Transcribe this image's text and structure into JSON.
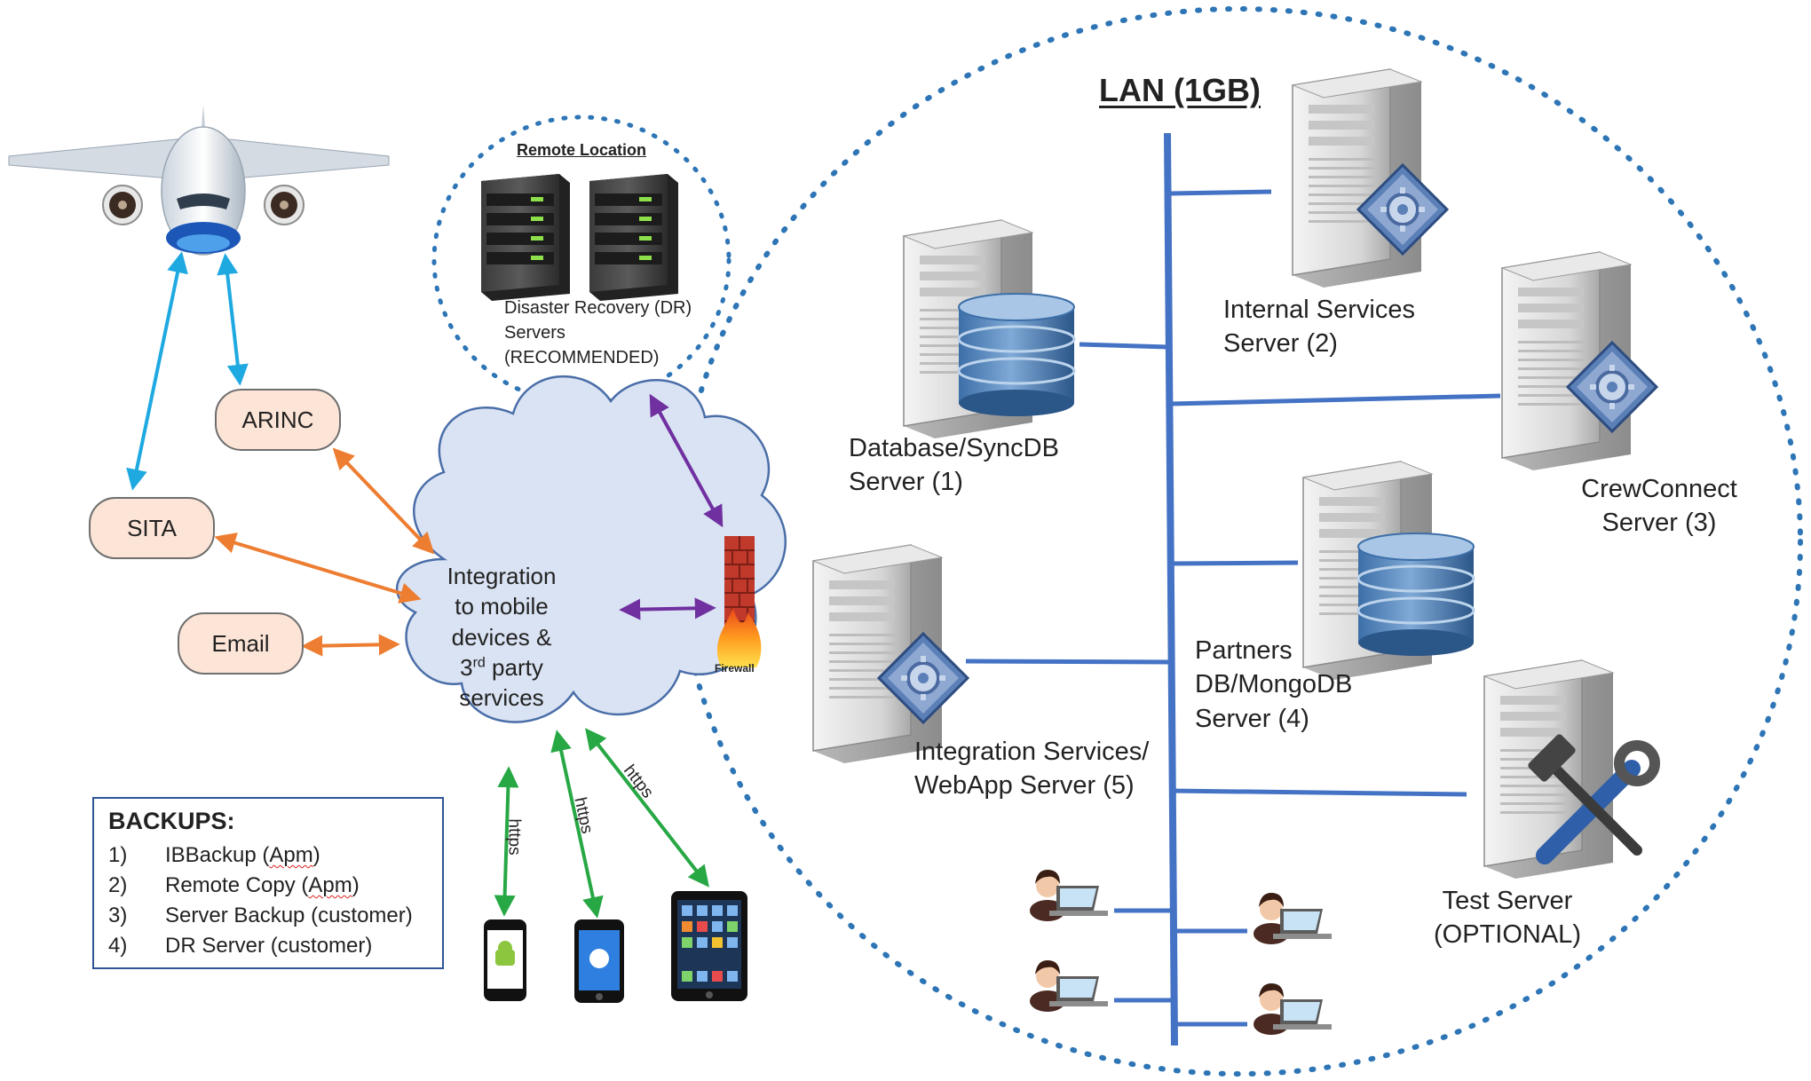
{
  "lan_title": "LAN (1GB)",
  "remote": {
    "title": "Remote Location",
    "dr_line1": "Disaster Recovery (DR)",
    "dr_line2": "Servers",
    "dr_line3": "(RECOMMENDED)"
  },
  "nodes": {
    "arinc": "ARINC",
    "sita": "SITA",
    "email": "Email"
  },
  "cloud": {
    "line1": "Integration",
    "line2": "to mobile",
    "line3": "devices &",
    "line4_num": "3",
    "line4_sup": "rd",
    "line4_rest": " party",
    "line5": "services"
  },
  "firewall_label": "Firewall",
  "servers": {
    "database": {
      "line1": "Database/SyncDB",
      "line2": "Server (1)"
    },
    "internal": {
      "line1": "Internal Services",
      "line2": "Server (2)"
    },
    "crewconnect": {
      "line1": "CrewConnect",
      "line2": "Server (3)"
    },
    "partners": {
      "line1": "Partners",
      "line2": "DB/MongoDB",
      "line3": "Server (4)"
    },
    "integration": {
      "line1": "Integration Services/",
      "line2": "WebApp Server (5)"
    },
    "test": {
      "line1": "Test Server",
      "line2": "(OPTIONAL)"
    }
  },
  "https_label": "https",
  "backups": {
    "title": "BACKUPS:",
    "items": [
      {
        "num": "1)",
        "text": "IBBackup (",
        "apm": "Apm",
        "close": ")"
      },
      {
        "num": "2)",
        "text": "Remote Copy (",
        "apm": "Apm",
        "close": ")"
      },
      {
        "num": "3)",
        "text": "Server Backup (customer)",
        "apm": "",
        "close": ""
      },
      {
        "num": "4)",
        "text": "DR Server (customer)",
        "apm": "",
        "close": ""
      }
    ]
  },
  "colors": {
    "lan_blue": "#4472c4",
    "dotted_blue": "#2e75b6",
    "arrow_cyan": "#1fa9e1",
    "arrow_orange": "#ed7d31",
    "arrow_purple": "#7030a0",
    "arrow_green": "#27a844",
    "node_fill": "#fce4d6",
    "cloud_fill": "#dae3f3"
  }
}
